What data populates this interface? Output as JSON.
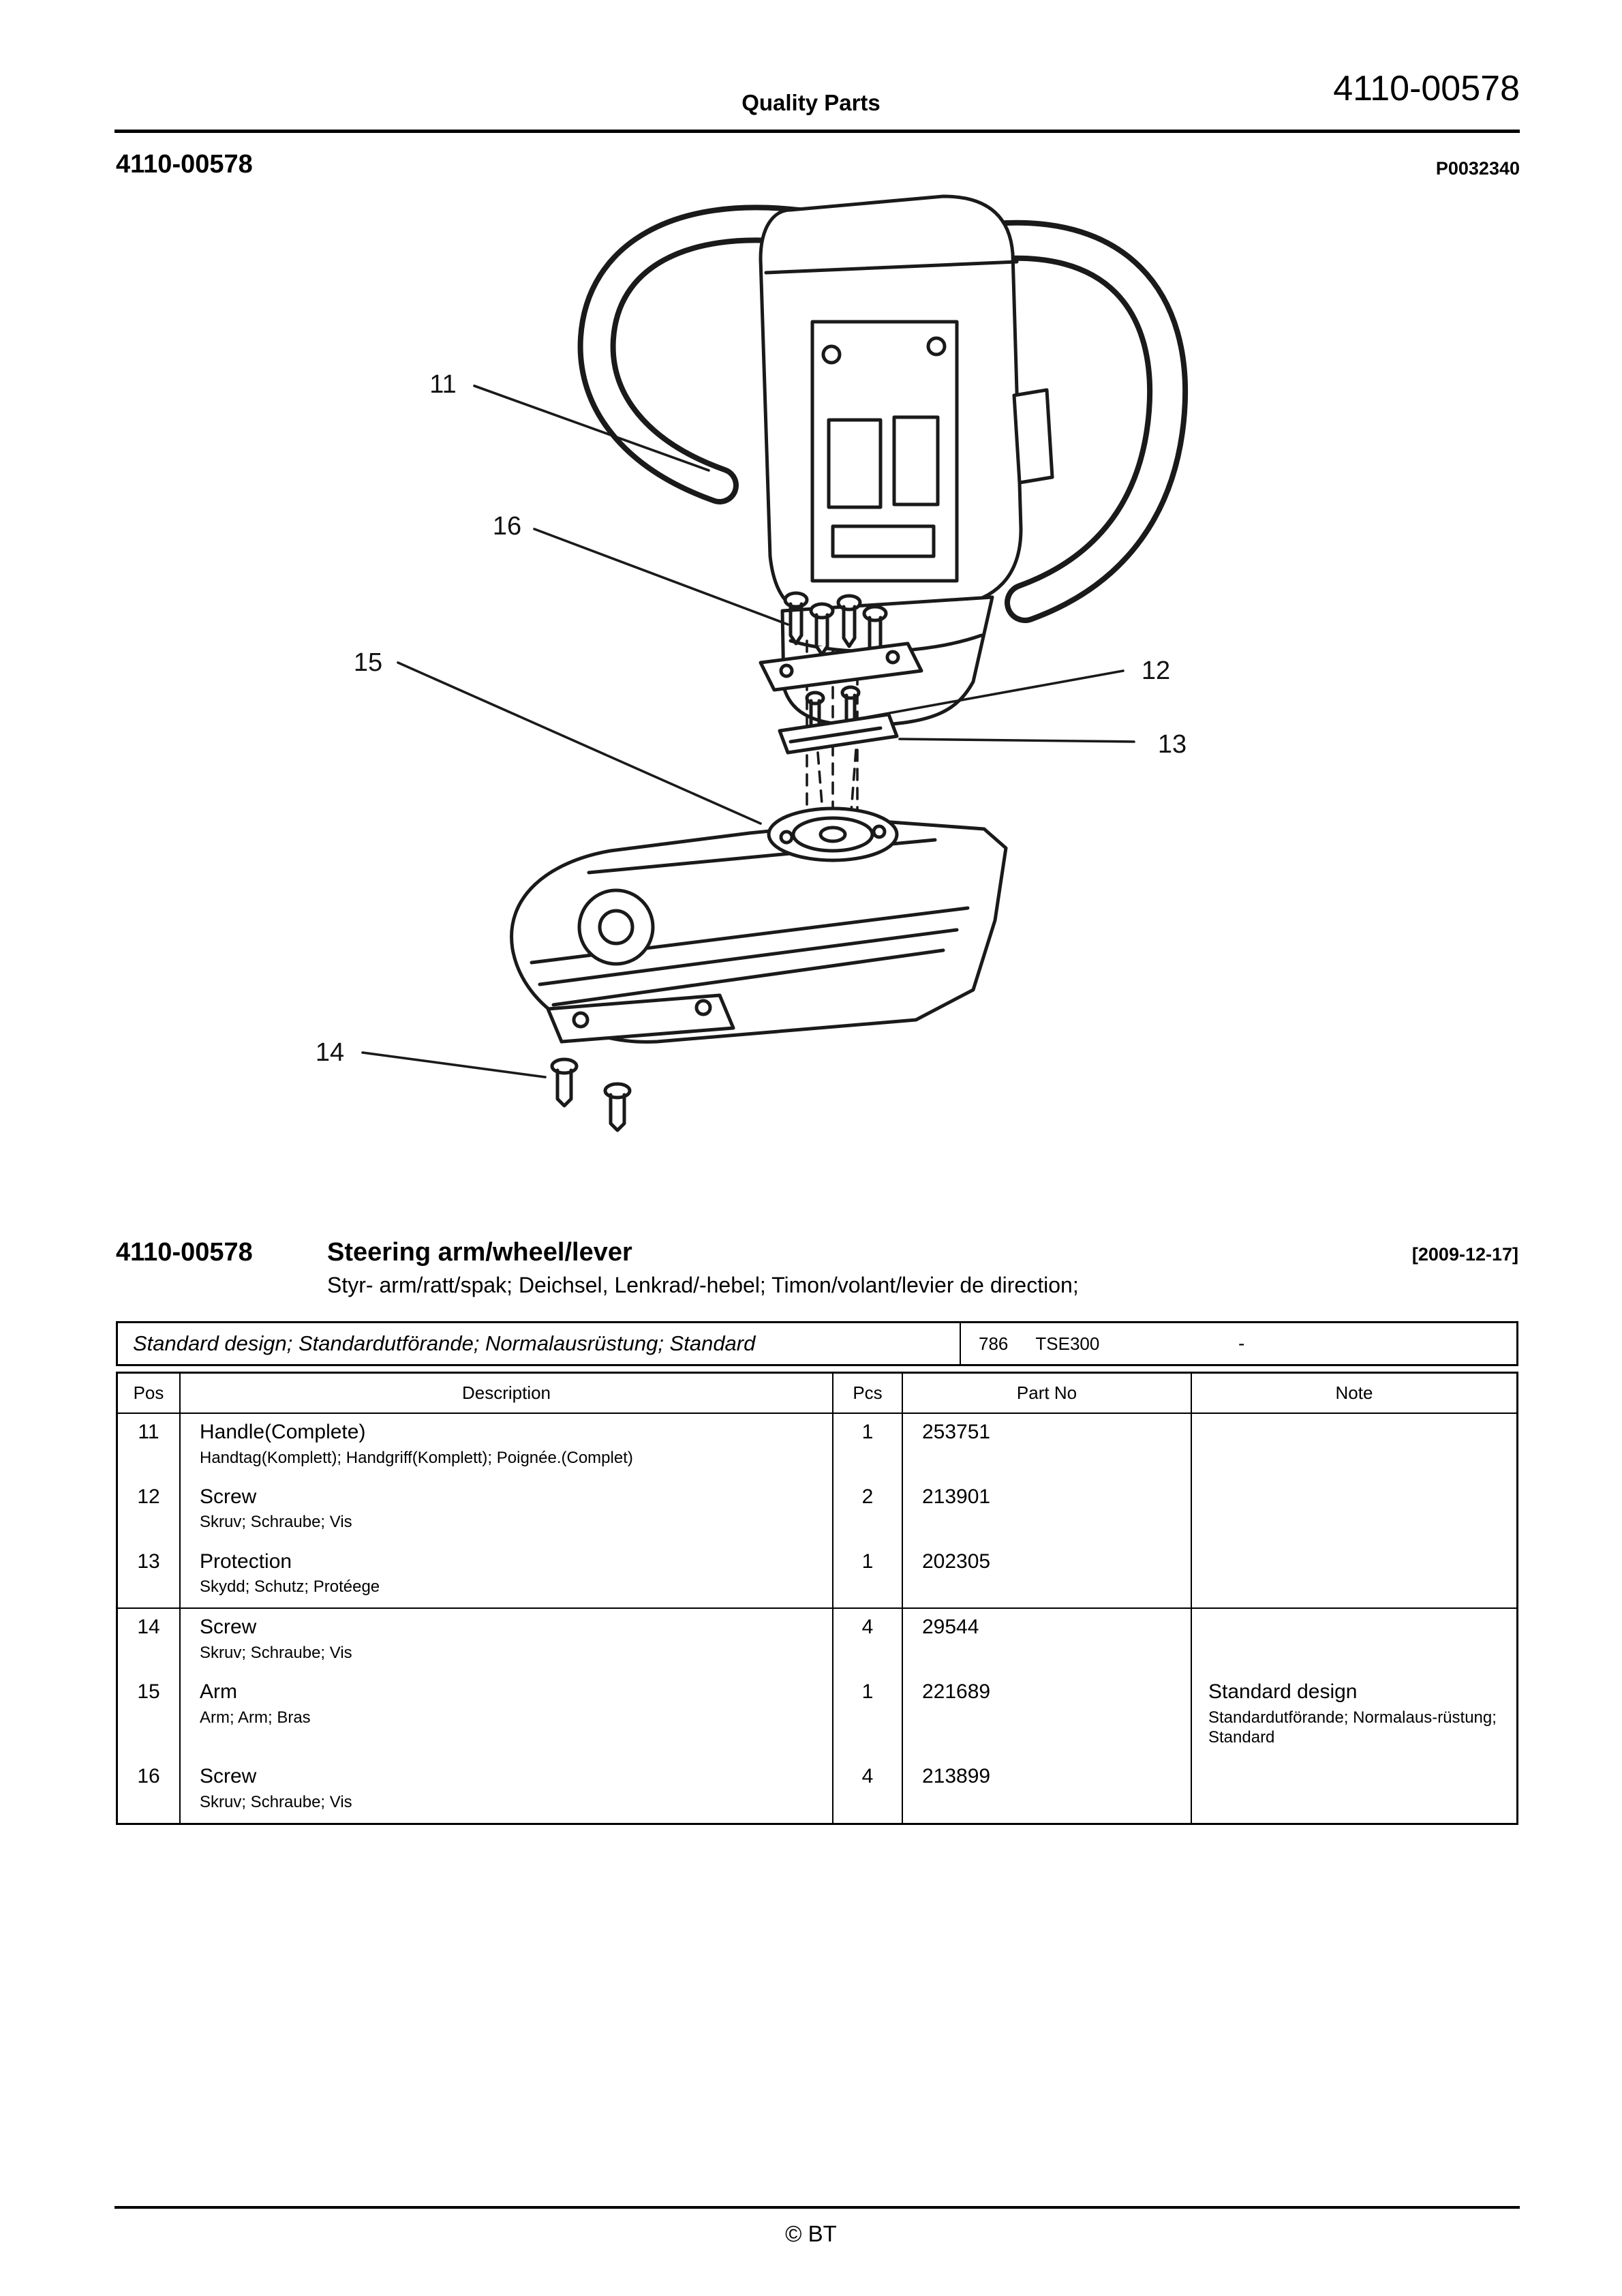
{
  "header": {
    "center_title": "Quality Parts",
    "doc_number": "4110-00578",
    "left_number": "4110-00578",
    "plate_code": "P0032340"
  },
  "diagram": {
    "callouts": [
      "11",
      "16",
      "15",
      "12",
      "13",
      "14"
    ]
  },
  "section": {
    "number": "4110-00578",
    "title": "Steering arm/wheel/lever",
    "date": "[2009-12-17]",
    "subtitle": "Styr- arm/ratt/spak; Deichsel, Lenkrad/-hebel; Timon/volant/levier de direction;"
  },
  "table": {
    "variant": {
      "design": "Standard design; Standardutförande; Normalausrüstung; Standard",
      "code": "786",
      "model": "TSE300",
      "dash": "-"
    },
    "headers": {
      "pos": "Pos",
      "description": "Description",
      "pcs": "Pcs",
      "part_no": "Part No",
      "note": "Note"
    },
    "rows": [
      {
        "pos": "11",
        "description": "Handle(Complete)",
        "description_sub": "Handtag(Komplett); Handgriff(Komplett); Poignée.(Complet)",
        "pcs": "1",
        "part_no": "253751",
        "note": "",
        "note_sub": ""
      },
      {
        "pos": "12",
        "description": "Screw",
        "description_sub": "Skruv; Schraube; Vis",
        "pcs": "2",
        "part_no": "213901",
        "note": "",
        "note_sub": ""
      },
      {
        "pos": "13",
        "description": "Protection",
        "description_sub": "Skydd; Schutz; Protéege",
        "pcs": "1",
        "part_no": "202305",
        "note": "",
        "note_sub": ""
      },
      {
        "pos": "14",
        "description": "Screw",
        "description_sub": "Skruv; Schraube; Vis",
        "pcs": "4",
        "part_no": "29544",
        "note": "",
        "note_sub": ""
      },
      {
        "pos": "15",
        "description": "Arm",
        "description_sub": "Arm; Arm; Bras",
        "pcs": "1",
        "part_no": "221689",
        "note": "Standard design",
        "note_sub": "Standardutförande; Normalaus-rüstung; Standard"
      },
      {
        "pos": "16",
        "description": "Screw",
        "description_sub": "Skruv; Schraube; Vis",
        "pcs": "4",
        "part_no": "213899",
        "note": "",
        "note_sub": ""
      }
    ]
  },
  "footer": {
    "copyright": "© BT"
  }
}
